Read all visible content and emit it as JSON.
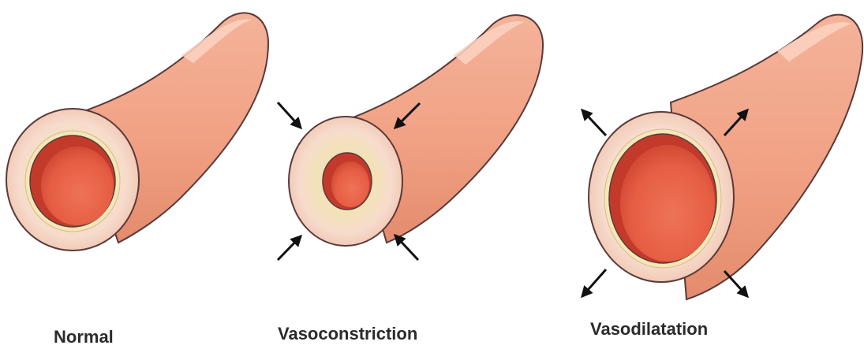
{
  "labels": {
    "normal": "Normal",
    "vasoconstriction": "Vasoconstriction",
    "vasodilatation": "Vasodilatation"
  },
  "colors": {
    "vessel_body": "#f1a184",
    "vessel_outline": "#5a3a3a",
    "vessel_highlight": "#fbd3c2",
    "vessel_shadow": "#e08868",
    "wall_layer": "#f6dccb",
    "wall_inner_ring": "#f3e7b8",
    "lumen_rim": "#c43a2a",
    "lumen_fill": "#e8654a",
    "arrow": "#111111"
  },
  "icons": {
    "constriction_arrows": "inward-arrow-icon",
    "dilation_arrows": "outward-arrow-icon"
  }
}
